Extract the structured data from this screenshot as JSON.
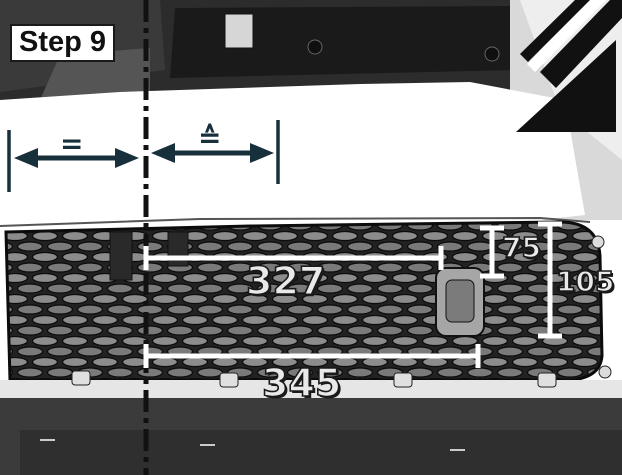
{
  "step": {
    "label": "Step 9"
  },
  "dimensions": {
    "inner_width": "327",
    "outer_width": "345",
    "short_height": "75",
    "tall_height": "105"
  },
  "symbols": {
    "equal_left": "=",
    "equal_right": "≙"
  },
  "icons": {
    "direction_arrow": "arrow-down-right-icon"
  }
}
